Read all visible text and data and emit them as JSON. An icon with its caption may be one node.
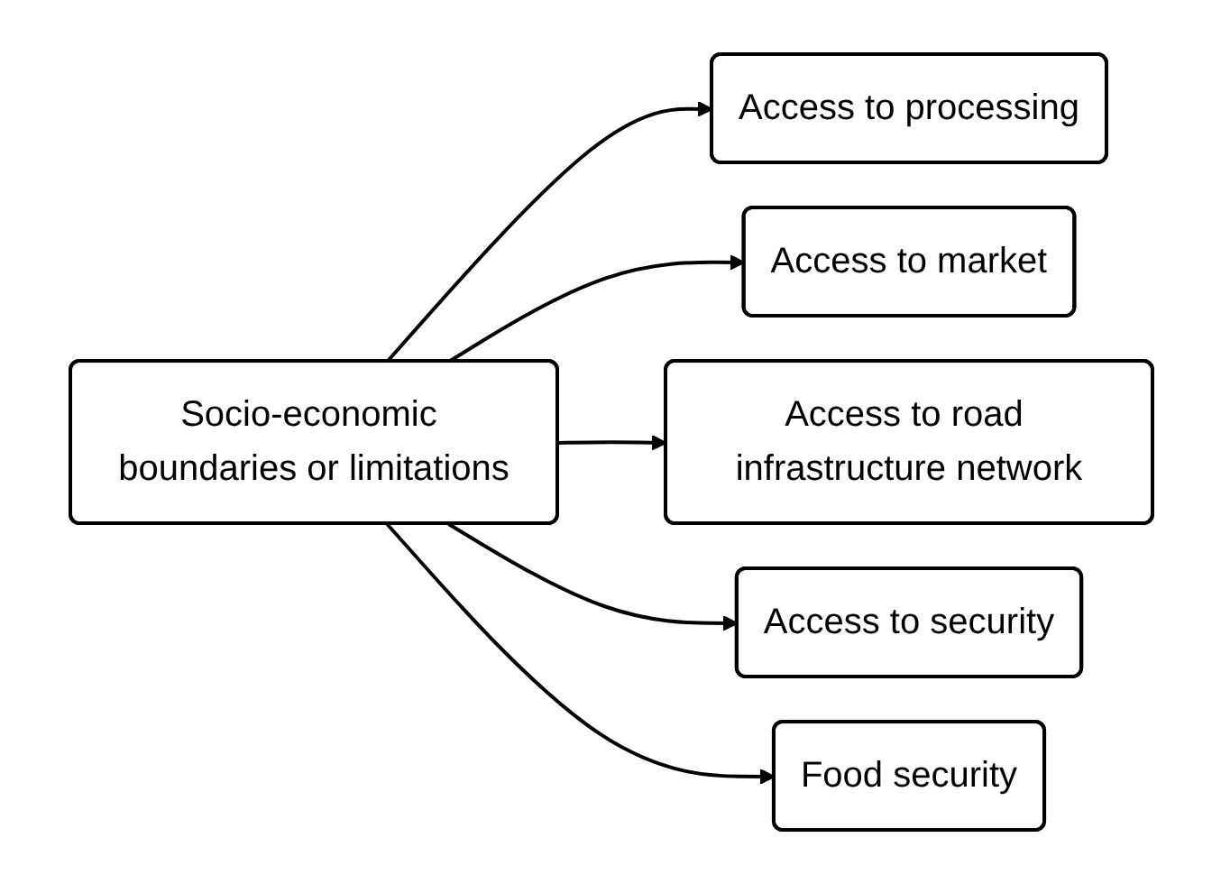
{
  "diagram": {
    "nodes": [
      {
        "text": [
          "Socio-economic boundaries or limitations"
        ]
      },
      {
        "text": [
          "Access to processing"
        ]
      },
      {
        "text": [
          "Access to market"
        ]
      },
      {
        "text": [
          "Access to road infrastructure network"
        ]
      },
      {
        "text": [
          "Access to security"
        ]
      },
      {
        "text": [
          "Food security"
        ]
      }
    ],
    "edges": [
      {
        "from": 0,
        "to": 1,
        "arrow": "to"
      },
      {
        "from": 0,
        "to": 2,
        "arrow": "to"
      },
      {
        "from": 0,
        "to": 3,
        "arrow": "to"
      },
      {
        "from": 0,
        "to": 4,
        "arrow": "to"
      },
      {
        "from": 0,
        "to": 5,
        "arrow": "to"
      }
    ]
  }
}
